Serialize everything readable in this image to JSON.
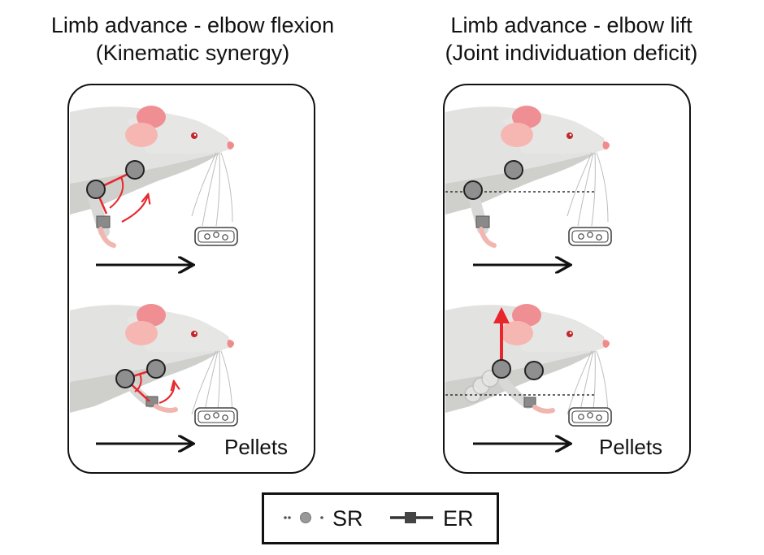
{
  "left_panel": {
    "title_line1": "Limb advance - elbow flexion",
    "title_line2": "(Kinematic synergy)",
    "pellets_label": "Pellets"
  },
  "right_panel": {
    "title_line1": "Limb advance - elbow lift",
    "title_line2": "(Joint individuation deficit)",
    "pellets_label": "Pellets"
  },
  "legend": {
    "sr_label": "SR",
    "er_label": "ER"
  },
  "colors": {
    "body": "#e2e2e0",
    "shadow": "#c9c9c6",
    "ear": "#ef8f93",
    "ear_inner": "#f6b7b3",
    "eye": "#c2272d",
    "nose": "#f08a8c",
    "paw": "#f2b6b0",
    "joint": "#8f8f8f",
    "red": "#e8262c",
    "ink": "#111111"
  }
}
